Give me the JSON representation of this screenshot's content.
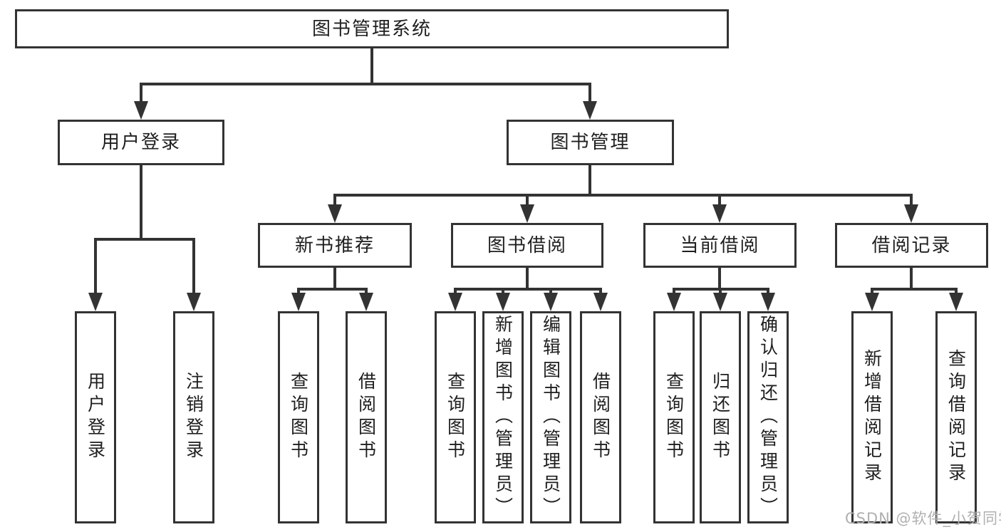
{
  "diagram": {
    "name": "library-management-system-functional-structure"
  },
  "nodes": {
    "root": {
      "label": "图书管理系统"
    },
    "user_login": {
      "label": "用户登录"
    },
    "book_mgmt": {
      "label": "图书管理"
    },
    "leaf_user_login": {
      "label": "用户登录"
    },
    "leaf_logout": {
      "label": "注销登录"
    },
    "new_book_rec": {
      "label": "新书推荐"
    },
    "book_borrow": {
      "label": "图书借阅"
    },
    "current_borrow": {
      "label": "当前借阅"
    },
    "borrow_record": {
      "label": "借阅记录"
    },
    "nb_query": {
      "label": "查询图书"
    },
    "nb_borrow": {
      "label": "借阅图书"
    },
    "bb_query": {
      "label": "查询图书"
    },
    "bb_add": {
      "label": "新增图书（管理员）"
    },
    "bb_edit": {
      "label": "编辑图书（管理员）"
    },
    "bb_borrow": {
      "label": "借阅图书"
    },
    "cb_query": {
      "label": "查询图书"
    },
    "cb_return": {
      "label": "归还图书"
    },
    "cb_confirm": {
      "label": "确认归还（管理员）"
    },
    "br_add": {
      "label": "新增借阅记录"
    },
    "br_query": {
      "label": "查询借阅记录"
    }
  },
  "watermark": {
    "text": "CSDN @软件_小贺同学"
  },
  "colors": {
    "line": "#333333",
    "text": "#1f1f1f",
    "watermark": "#b0b0b0",
    "background": "#ffffff"
  }
}
